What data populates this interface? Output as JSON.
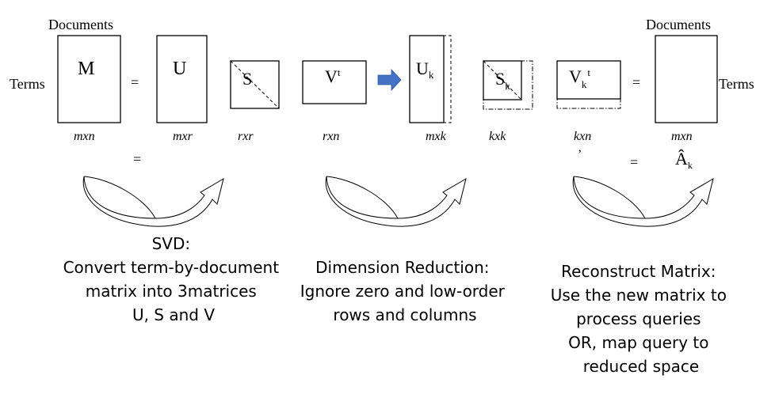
{
  "labels": {
    "documents_left": "Documents",
    "documents_right": "Documents",
    "terms_left": "Terms",
    "terms_right": "Terms",
    "equals": "=",
    "tick_mark": "’",
    "reconstructed": "Â",
    "reconstructed_sub": "k"
  },
  "matrices": {
    "M": {
      "name": "M",
      "dims": "mxn"
    },
    "U": {
      "name": "U",
      "dims": "mxr"
    },
    "S": {
      "name": "S",
      "dims": "rxr"
    },
    "Vt": {
      "name": "V",
      "sup": "t",
      "dims": "rxn"
    },
    "Uk": {
      "name": "U",
      "sub": "k",
      "dims": "mxk"
    },
    "Sk": {
      "name": "S",
      "sub": "k",
      "dims": "kxk"
    },
    "Vkt": {
      "name": "V",
      "sub": "k",
      "sup": "t",
      "dims": "kxn"
    },
    "Result": {
      "dims": "mxn"
    }
  },
  "steps": {
    "svd": {
      "lines": [
        "SVD:",
        "Convert term-by-document",
        "matrix into 3matrices",
        "U, S and V"
      ]
    },
    "reduction": {
      "lines": [
        "Dimension Reduction:",
        "Ignore zero and  low-order",
        "rows and columns"
      ]
    },
    "reconstruct": {
      "lines": [
        "Reconstruct Matrix:",
        "Use the new matrix to",
        "process queries",
        "OR, map query to",
        "reduced space"
      ]
    }
  },
  "colors": {
    "flow_arrow": "#4472C4",
    "ink": "#000000"
  },
  "icons": {
    "flow": "right-arrow-icon",
    "curve": "curved-arrow-icon"
  }
}
